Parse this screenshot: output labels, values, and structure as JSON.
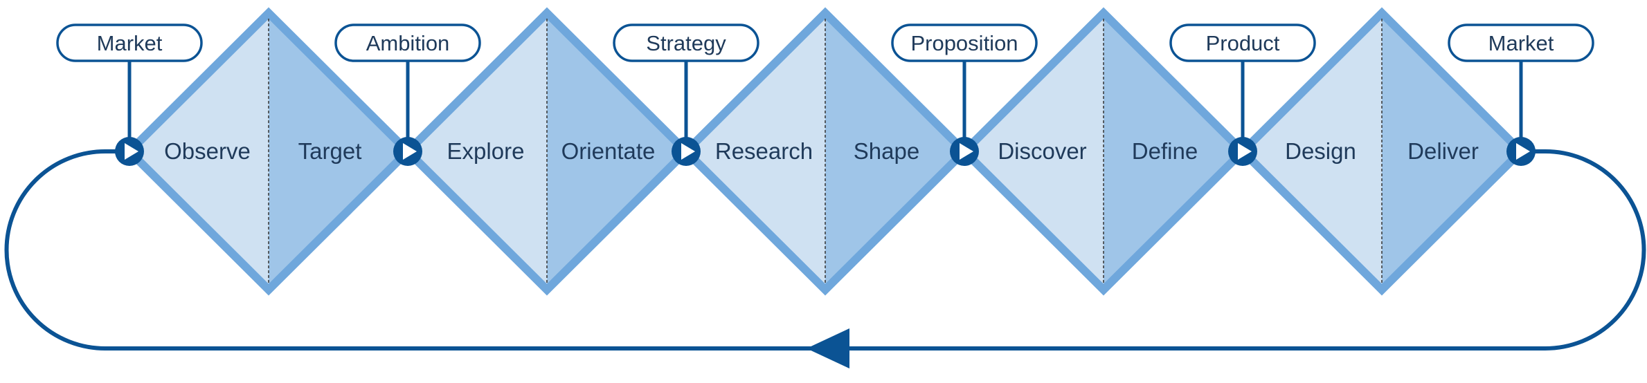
{
  "milestones": [
    "Market",
    "Ambition",
    "Strategy",
    "Proposition",
    "Product",
    "Market"
  ],
  "diamonds": [
    {
      "left": "Observe",
      "right": "Target"
    },
    {
      "left": "Explore",
      "right": "Orientate"
    },
    {
      "left": "Research",
      "right": "Shape"
    },
    {
      "left": "Discover",
      "right": "Define"
    },
    {
      "left": "Design",
      "right": "Deliver"
    }
  ],
  "colors": {
    "outline": "#6fa7dc",
    "left_fill": "#cfe1f2",
    "right_fill": "#9fc5e8",
    "flow": "#0b5394",
    "text": "#1f3a5a"
  }
}
